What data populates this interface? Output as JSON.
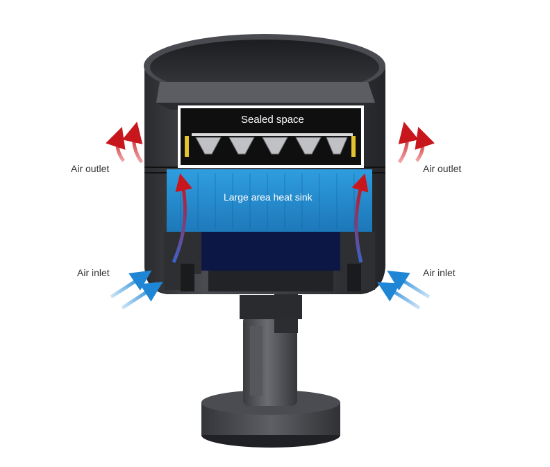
{
  "labels": {
    "sealed_space": "Sealed space",
    "heat_sink": "Large area heat sink",
    "air_outlet_left": "Air outlet",
    "air_outlet_right": "Air outlet",
    "air_inlet_left": "Air inlet",
    "air_inlet_right": "Air inlet"
  },
  "colors": {
    "housing": "#3a3b3f",
    "heat_sink": "#1c8fd6",
    "outlet_arrow": "#c8161d",
    "inlet_arrow": "#2a8fd8"
  }
}
